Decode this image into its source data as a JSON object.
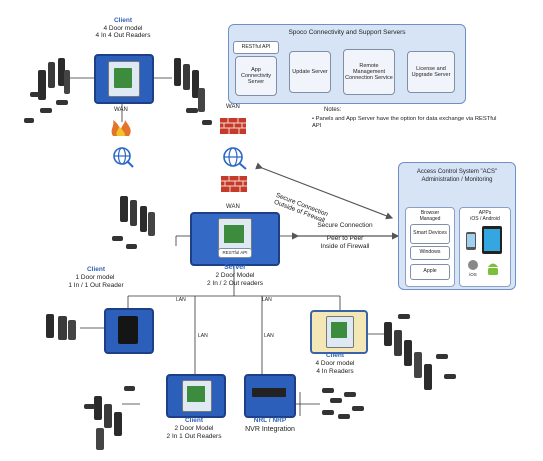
{
  "top_left_client": {
    "title": "Client",
    "line1": "4 Door model",
    "line2": "4 In 4 Out Readers",
    "wan": "WAN"
  },
  "cloud_wan_label": "WAN",
  "connectivity": {
    "title": "Spoco Connectivity and Support Servers",
    "restful": "RESTful API",
    "app_server": "App Connectivity Server",
    "update_server": "Update Server",
    "remote_mgmt": "Remote Management Connection Service",
    "license_server": "License and Upgrade Server"
  },
  "notes": {
    "title": "Notes:",
    "bullet": "Panels and App Server have the option for data exchange via RESTful API"
  },
  "secure_wan": {
    "line1": "Secure Connection",
    "line2": "Outside of Firewall"
  },
  "server_wan_label": "WAN",
  "server": {
    "badge": "RESTful API",
    "title": "Server",
    "line1": "2 Door Model",
    "line2": "2 In / 2 Out readers"
  },
  "secure_lan": {
    "line1": "Secure Connection",
    "line2": "Peer to Peer",
    "line3": "Inside of Firewall"
  },
  "acs": {
    "title_line1": "Access Control System \"ACS\"",
    "title_line2": "Administration / Monitoring",
    "browser_managed": "Browser Managed",
    "smart_devices": "Smart Devices",
    "windows": "Windows",
    "apple": "Apple",
    "apps_line1": "APPs",
    "apps_line2": "iOS / Android",
    "ios_label": "iOS"
  },
  "left_client": {
    "title": "Client",
    "line1": "1 Door model",
    "line2": "1 In / 1 Out Reader"
  },
  "lan_labels": [
    "LAN",
    "LAN",
    "LAN",
    "LAN"
  ],
  "right_client": {
    "title": "Client",
    "line1": "4 Door model",
    "line2": "4 In Readers"
  },
  "bottom_client": {
    "title": "Client",
    "line1": "2 Door Model",
    "line2": "2 In 1 Out Readers"
  },
  "nvr": {
    "title": "NRL / NRP",
    "line1": "NVR Integration"
  },
  "colors": {
    "accent_blue": "#2f63b8",
    "frame_blue": "#2c5fb9",
    "firewall_red": "#c63a2a",
    "globe_blue": "#2a67c6"
  }
}
